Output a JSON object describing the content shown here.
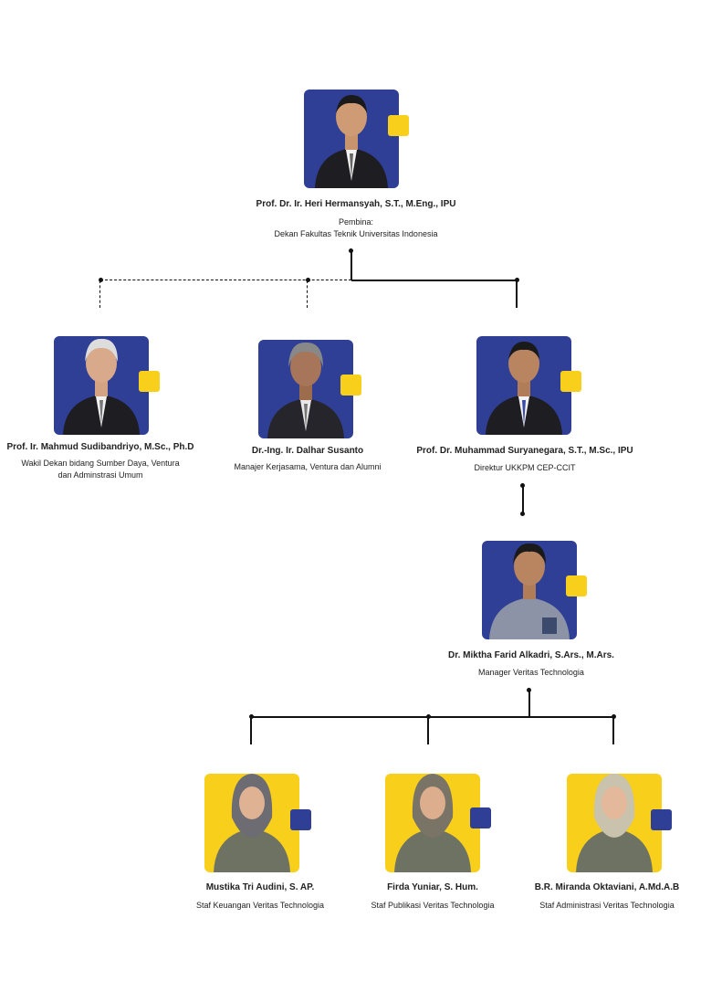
{
  "colors": {
    "blue": "#2f3f95",
    "yellow": "#f8cf1b"
  },
  "top": {
    "name": "Prof. Dr. Ir. Heri Hermansyah, S.T., M.Eng., IPU",
    "role_line1": "Pembina:",
    "role_line2": "Dekan Fakultas Teknik Universitas Indonesia"
  },
  "row2": [
    {
      "name": "Prof. Ir. Mahmud Sudibandriyo, M.Sc., Ph.D",
      "role": "Wakil Dekan bidang Sumber Daya, Ventura dan Adminstrasi Umum"
    },
    {
      "name": "Dr.-Ing. Ir. Dalhar Susanto",
      "role": "Manajer Kerjasama, Ventura dan Alumni"
    },
    {
      "name": "Prof. Dr. Muhammad Suryanegara, S.T., M.Sc., IPU",
      "role": "Direktur UKKPM CEP-CCIT"
    }
  ],
  "manager": {
    "name": "Dr. Miktha Farid Alkadri, S.Ars., M.Ars.",
    "role": "Manager Veritas Technologia"
  },
  "staff": [
    {
      "name": "Mustika Tri Audini, S. AP.",
      "role": "Staf Keuangan Veritas Technologia"
    },
    {
      "name": "Firda Yuniar, S. Hum.",
      "role": "Staf Publikasi Veritas Technologia"
    },
    {
      "name": "B.R. Miranda Oktaviani, A.Md.A.B",
      "role": "Staf Administrasi Veritas Technologia"
    }
  ]
}
